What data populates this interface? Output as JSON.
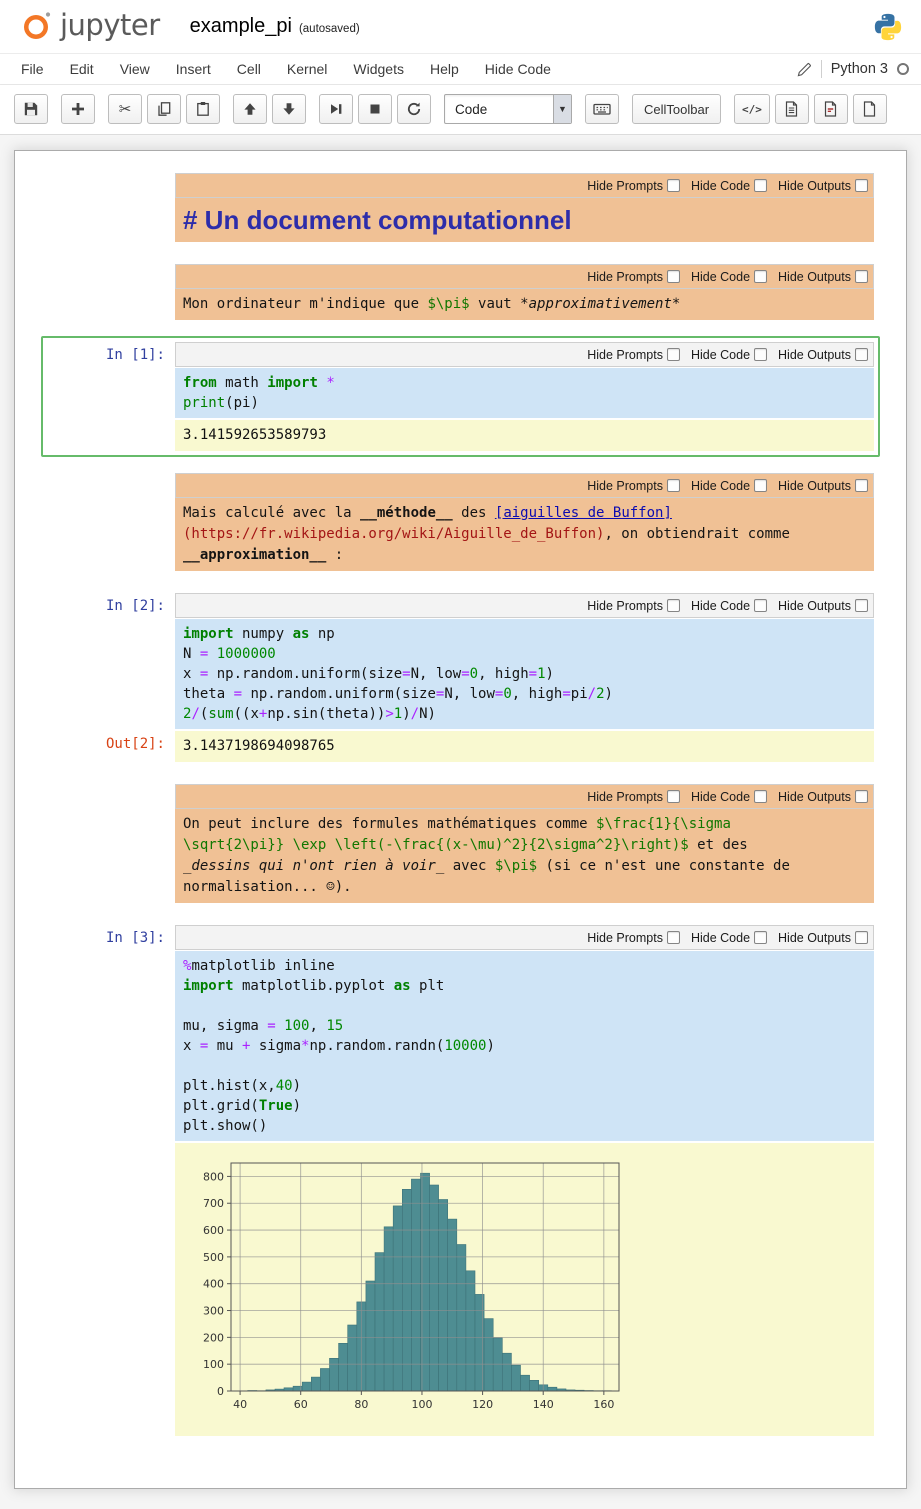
{
  "header": {
    "logo_text": "jupyter",
    "title": "example_pi",
    "autosave_status": "(autosaved)",
    "menu": [
      "File",
      "Edit",
      "View",
      "Insert",
      "Cell",
      "Kernel",
      "Widgets",
      "Help",
      "Hide Code"
    ],
    "celltype_dropdown": "Code",
    "celltoolbar_button": "CellToolbar",
    "code_icon_label": "</>",
    "kernel_name": "Python 3"
  },
  "celltoolbar": {
    "labels": [
      "Hide Prompts",
      "Hide Code",
      "Hide Outputs"
    ]
  },
  "colors": {
    "markdown_bg": "#f0c195",
    "code_bg": "#cfe4f6",
    "output_bg": "#f9f9d0",
    "selected_border": "#66bb6a",
    "in_prompt": "#303f9f",
    "out_prompt": "#d84315",
    "jupyter_orange": "#f37726"
  },
  "cells": [
    {
      "type": "markdown",
      "lines": [
        [
          [
            "h",
            "# Un document computationnel"
          ]
        ]
      ]
    },
    {
      "type": "markdown",
      "lines": [
        [
          [
            "",
            "Mon ordinateur m'indique que "
          ],
          [
            "g",
            "$\\pi$"
          ],
          [
            "",
            " vaut "
          ],
          [
            "e",
            "*approximativement*"
          ]
        ]
      ]
    },
    {
      "type": "code",
      "prompt": "In [1]:",
      "selected": true,
      "source": [
        [
          [
            "k",
            "from"
          ],
          [
            "",
            " math "
          ],
          [
            "k",
            "import"
          ],
          [
            "",
            " "
          ],
          [
            "o",
            "*"
          ]
        ],
        [
          [
            "b",
            "print"
          ],
          [
            "",
            "(pi)"
          ]
        ]
      ],
      "outputs": [
        {
          "kind": "stream",
          "prompt": "",
          "text": "3.141592653589793"
        }
      ]
    },
    {
      "type": "markdown",
      "lines": [
        [
          [
            "",
            "Mais calculé avec la "
          ],
          [
            "s",
            "__méthode__"
          ],
          [
            "",
            " des "
          ],
          [
            "l",
            "[aiguilles de Buffon]"
          ]
        ],
        [
          [
            "u",
            "(https://fr.wikipedia.org/wiki/Aiguille_de_Buffon)"
          ],
          [
            "",
            ", on obtiendrait comme"
          ]
        ],
        [
          [
            "s",
            "__approximation__"
          ],
          [
            "",
            " :"
          ]
        ]
      ]
    },
    {
      "type": "code",
      "prompt": "In [2]:",
      "source": [
        [
          [
            "k",
            "import"
          ],
          [
            "",
            " numpy "
          ],
          [
            "k",
            "as"
          ],
          [
            "",
            " np"
          ]
        ],
        [
          [
            "",
            "N "
          ],
          [
            "o",
            "="
          ],
          [
            "",
            " "
          ],
          [
            "n",
            "1000000"
          ]
        ],
        [
          [
            "",
            "x "
          ],
          [
            "o",
            "="
          ],
          [
            "",
            " np.random.uniform(size"
          ],
          [
            "o",
            "="
          ],
          [
            "",
            "N, low"
          ],
          [
            "o",
            "="
          ],
          [
            "n",
            "0"
          ],
          [
            "",
            ", high"
          ],
          [
            "o",
            "="
          ],
          [
            "n",
            "1"
          ],
          [
            "",
            ")"
          ]
        ],
        [
          [
            "",
            "theta "
          ],
          [
            "o",
            "="
          ],
          [
            "",
            " np.random.uniform(size"
          ],
          [
            "o",
            "="
          ],
          [
            "",
            "N, low"
          ],
          [
            "o",
            "="
          ],
          [
            "n",
            "0"
          ],
          [
            "",
            ", high"
          ],
          [
            "o",
            "="
          ],
          [
            "",
            "pi"
          ],
          [
            "o",
            "/"
          ],
          [
            "n",
            "2"
          ],
          [
            "",
            ")"
          ]
        ],
        [
          [
            "n",
            "2"
          ],
          [
            "o",
            "/"
          ],
          [
            "",
            "("
          ],
          [
            "b",
            "sum"
          ],
          [
            "",
            "((x"
          ],
          [
            "o",
            "+"
          ],
          [
            "",
            "np.sin(theta))"
          ],
          [
            "o",
            ">"
          ],
          [
            "n",
            "1"
          ],
          [
            "",
            ")"
          ],
          [
            "o",
            "/"
          ],
          [
            "",
            "N)"
          ]
        ]
      ],
      "outputs": [
        {
          "kind": "execute_result",
          "prompt": "Out[2]:",
          "text": "3.1437198694098765"
        }
      ]
    },
    {
      "type": "markdown",
      "lines": [
        [
          [
            "",
            "On peut inclure des formules mathématiques comme "
          ],
          [
            "g",
            "$\\frac{1}{\\sigma"
          ]
        ],
        [
          [
            "g",
            "\\sqrt{2\\pi}} \\exp \\left(-\\frac{(x-\\mu)^2}{2\\sigma^2}\\right)$"
          ],
          [
            "",
            " et des"
          ]
        ],
        [
          [
            "e",
            "_dessins qui n'ont rien à voir_"
          ],
          [
            "",
            " avec "
          ],
          [
            "g",
            "$\\pi$"
          ],
          [
            "",
            " (si ce n'est une constante de"
          ]
        ],
        [
          [
            "",
            "normalisation... ☺)."
          ]
        ]
      ]
    },
    {
      "type": "code",
      "prompt": "In [3]:",
      "source": [
        [
          [
            "m",
            "%"
          ],
          [
            "",
            "matplotlib inline"
          ]
        ],
        [
          [
            "k",
            "import"
          ],
          [
            "",
            " matplotlib.pyplot "
          ],
          [
            "k",
            "as"
          ],
          [
            "",
            " plt"
          ]
        ],
        [
          [
            "",
            ""
          ]
        ],
        [
          [
            "",
            "mu, sigma "
          ],
          [
            "o",
            "="
          ],
          [
            "",
            " "
          ],
          [
            "n",
            "100"
          ],
          [
            "",
            ", "
          ],
          [
            "n",
            "15"
          ]
        ],
        [
          [
            "",
            "x "
          ],
          [
            "o",
            "="
          ],
          [
            "",
            " mu "
          ],
          [
            "o",
            "+"
          ],
          [
            "",
            " sigma"
          ],
          [
            "o",
            "*"
          ],
          [
            "",
            "np.random.randn("
          ],
          [
            "n",
            "10000"
          ],
          [
            "",
            ")"
          ]
        ],
        [
          [
            "",
            ""
          ]
        ],
        [
          [
            "",
            "plt.hist(x,"
          ],
          [
            "n",
            "40"
          ],
          [
            "",
            ")"
          ]
        ],
        [
          [
            "",
            "plt.grid("
          ],
          [
            "k",
            "True"
          ],
          [
            "",
            ")"
          ]
        ],
        [
          [
            "",
            "plt.show()"
          ]
        ]
      ],
      "outputs": [
        {
          "kind": "chart"
        }
      ]
    }
  ],
  "chart_data": {
    "type": "bar",
    "title": "",
    "xlabel": "",
    "ylabel": "",
    "xlim": [
      37,
      165
    ],
    "ylim": [
      0,
      850
    ],
    "xticks": [
      40,
      60,
      80,
      100,
      120,
      140,
      160
    ],
    "yticks": [
      0,
      100,
      200,
      300,
      400,
      500,
      600,
      700,
      800
    ],
    "grid": true,
    "legend": false,
    "bin_width": 3,
    "bin_centers": [
      44,
      47,
      50,
      53,
      56,
      59,
      62,
      65,
      68,
      71,
      74,
      77,
      80,
      83,
      86,
      89,
      92,
      95,
      98,
      101,
      104,
      107,
      110,
      113,
      116,
      119,
      122,
      125,
      128,
      131,
      134,
      137,
      140,
      143,
      146,
      149,
      152,
      155,
      158,
      161
    ],
    "counts": [
      2,
      1,
      4,
      7,
      12,
      18,
      33,
      52,
      84,
      122,
      178,
      246,
      332,
      410,
      516,
      612,
      690,
      752,
      790,
      812,
      768,
      714,
      641,
      546,
      448,
      360,
      270,
      198,
      141,
      96,
      59,
      40,
      23,
      14,
      8,
      4,
      3,
      2,
      1,
      1
    ],
    "bar_color": "#4e8d92",
    "bar_edge_color": "#3d7278",
    "grid_color": "#8f8f8f",
    "frame_color": "#555555",
    "tick_label_color": "#333333"
  }
}
